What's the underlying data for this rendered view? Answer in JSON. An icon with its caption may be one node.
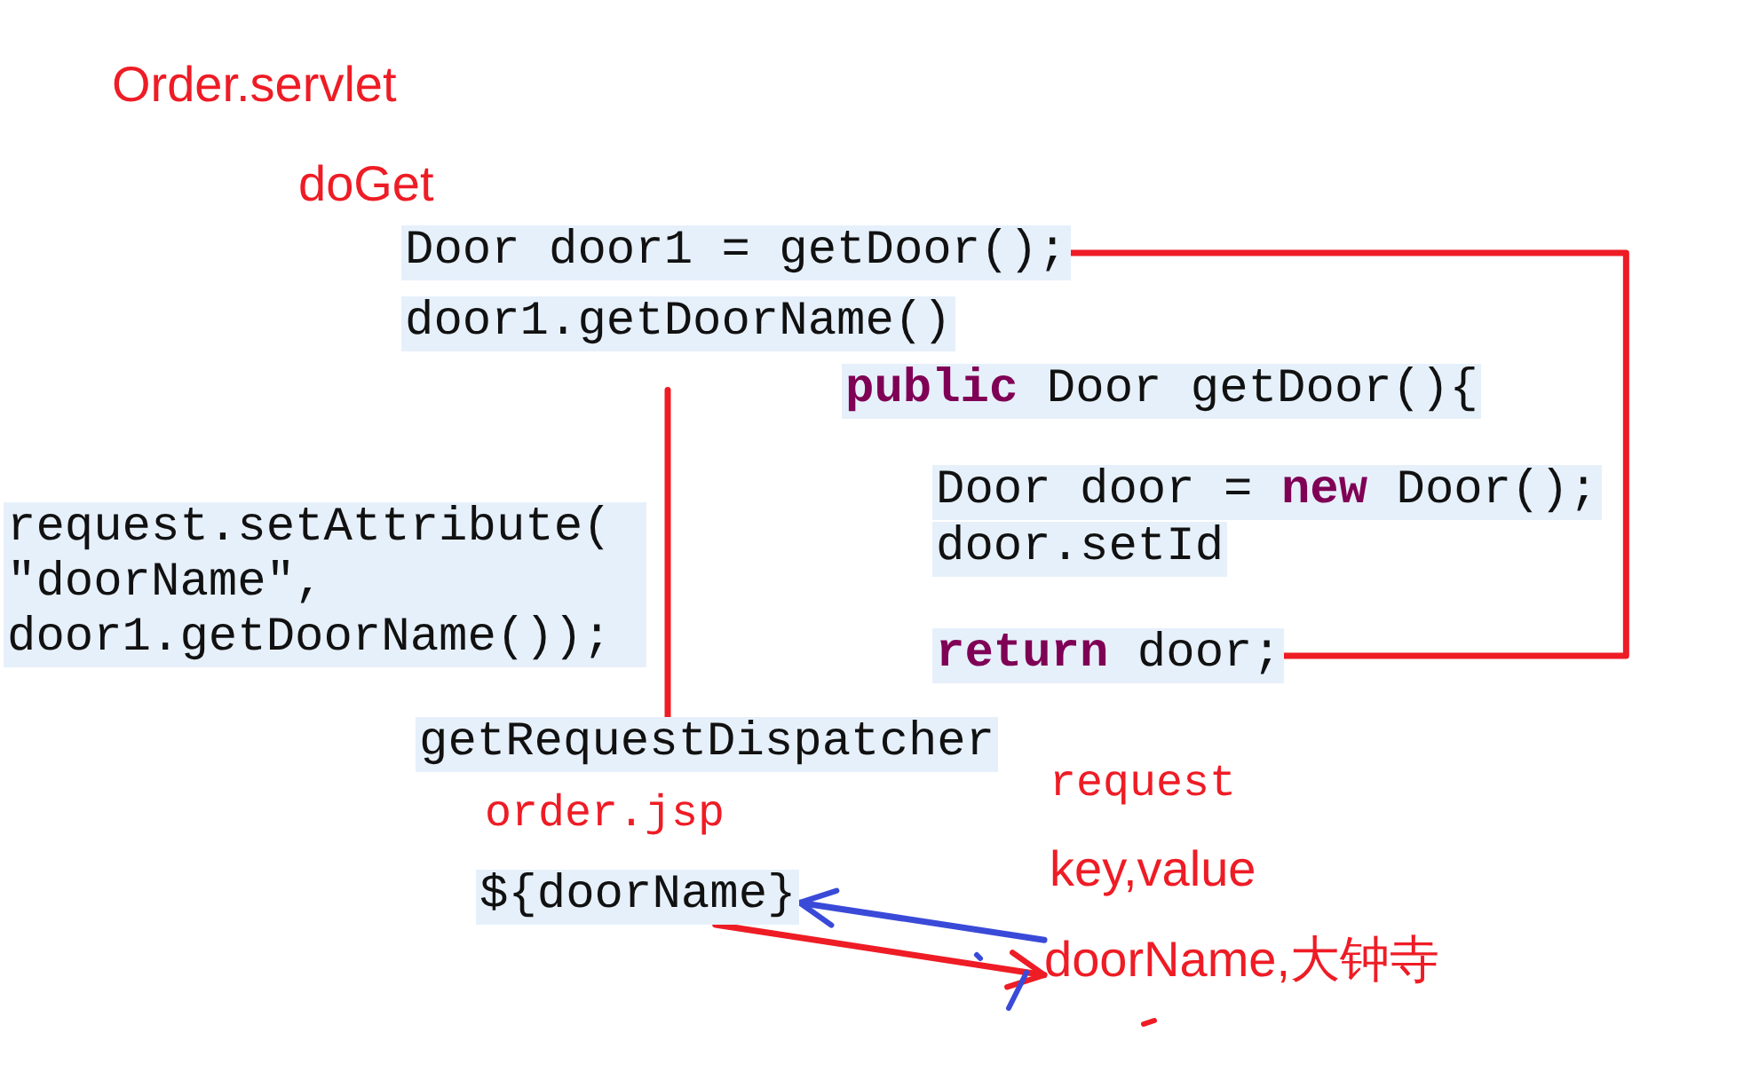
{
  "diagram": {
    "nodes": [
      {
        "text": [
          "Door door1 = getDoor();"
        ]
      },
      {
        "text": [
          "door1.getDoorName()"
        ]
      },
      {
        "text": [
          "**public** Door getDoor(){"
        ]
      },
      {
        "text": [
          "Door door = **new** Door();"
        ]
      },
      {
        "text": [
          "door.setId"
        ]
      },
      {
        "text": [
          "**return** door;"
        ]
      },
      {
        "text": [
          "request.setAttribute( \"doorName\", door1.getDoorName());"
        ]
      },
      {
        "text": [
          "getRequestDispatcher"
        ]
      },
      {
        "text": [
          "${doorName}"
        ]
      },
      {
        "text": [
          "doorName,大钟寺"
        ]
      }
    ],
    "edges": [
      {
        "from": 0,
        "to": 5,
        "arrow": "none"
      },
      {
        "from": 1,
        "to": 7,
        "arrow": "none"
      },
      {
        "from": 8,
        "to": 9,
        "arrow": "to"
      },
      {
        "from": 9,
        "to": 8,
        "arrow": "to",
        "color": "#3a4ad8"
      }
    ],
    "labels": [
      "Order.servlet",
      "doGet",
      "order.jsp",
      "request",
      "key,value"
    ]
  }
}
